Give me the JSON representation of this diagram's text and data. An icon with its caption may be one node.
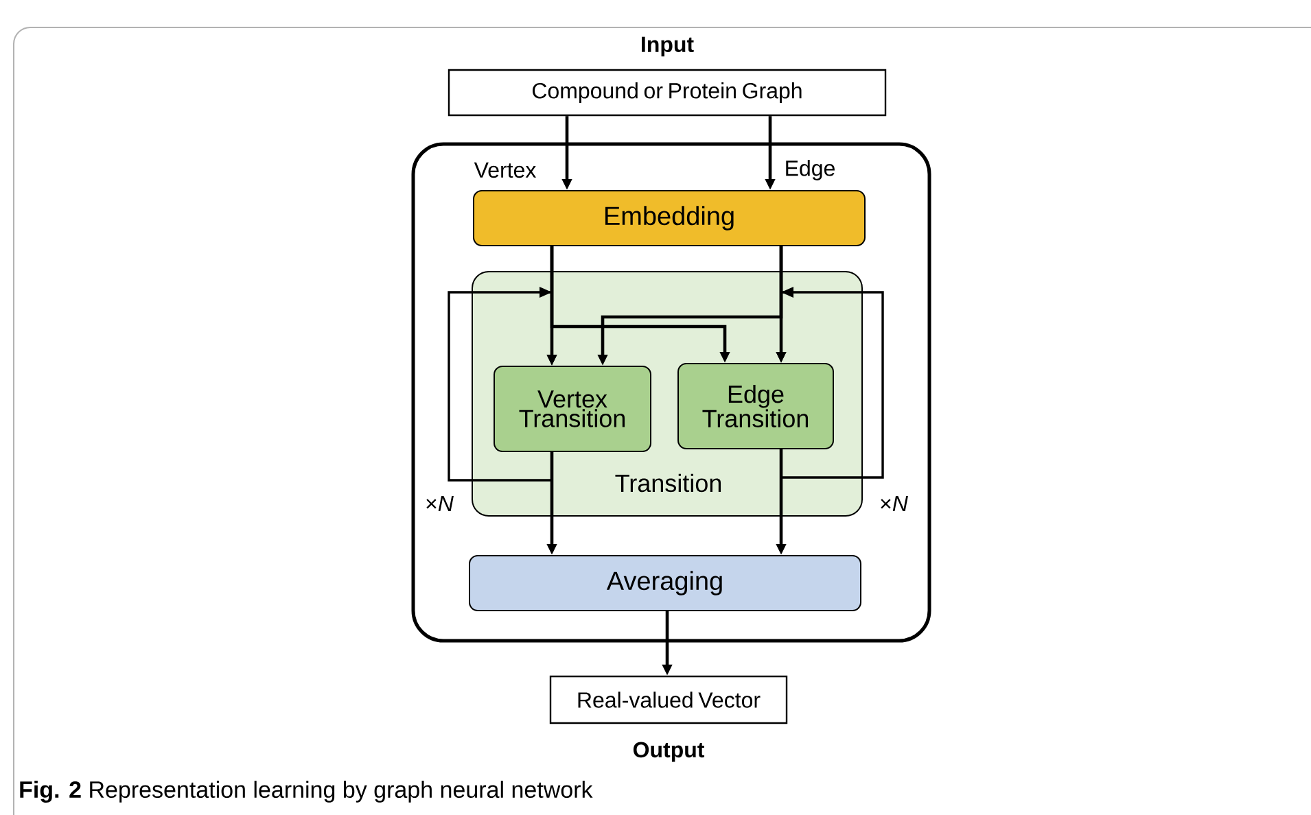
{
  "diagram": {
    "caption": "**Fig. 2** Representation learning by graph neural network",
    "nodes": [
      {
        "text": [
          "Input",
          "Compound or Protein Graph"
        ]
      },
      {
        "text": [],
        "shape": "box"
      },
      {
        "text": [
          "Embedding"
        ],
        "in": 1
      },
      {
        "text": [
          "Transition"
        ],
        "in": 1
      },
      {
        "text": [
          "Vertex Transition"
        ],
        "in": 3
      },
      {
        "text": [
          "Edge Transition"
        ],
        "in": 3
      },
      {
        "text": [
          "Averaging"
        ],
        "in": 1
      },
      {
        "text": [
          "Real-valued Vector",
          "Output"
        ]
      }
    ],
    "edges": [
      {
        "from": 0,
        "to": 2,
        "arrow": "to",
        "label": "Vertex"
      },
      {
        "from": 0,
        "to": 2,
        "arrow": "to",
        "label": "Edge"
      },
      {
        "from": 2,
        "to": 4,
        "arrow": "to"
      },
      {
        "from": 2,
        "to": 5,
        "arrow": "to"
      },
      {
        "from": 2,
        "to": 4,
        "arrow": "to"
      },
      {
        "from": 2,
        "to": 5,
        "arrow": "to"
      },
      {
        "from": 4,
        "to": 4,
        "arrow": "to",
        "label": "×*N*"
      },
      {
        "from": 5,
        "to": 5,
        "arrow": "to",
        "label": "×*N*"
      },
      {
        "from": 4,
        "to": 6,
        "arrow": "to"
      },
      {
        "from": 5,
        "to": 6,
        "arrow": "to"
      },
      {
        "from": 6,
        "to": 7,
        "arrow": "to"
      }
    ]
  }
}
